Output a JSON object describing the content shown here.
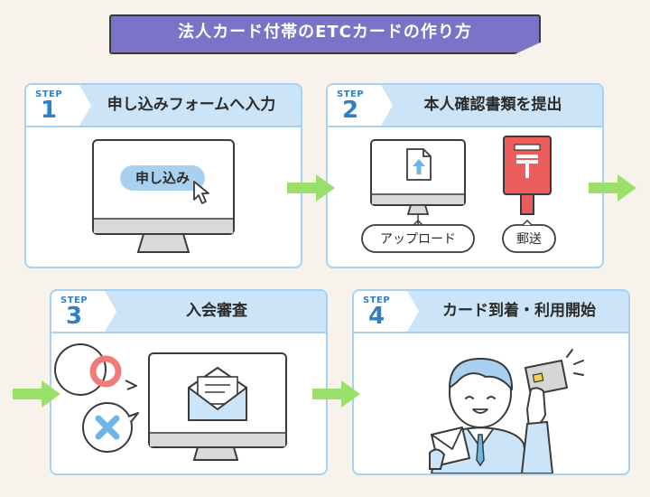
{
  "title": "法人カード付帯のETCカードの作り方",
  "step_word": "STEP",
  "steps": [
    {
      "number": "1",
      "title": "申し込みフォームへ入力",
      "screen_button": "申し込み"
    },
    {
      "number": "2",
      "title": "本人確認書類を提出",
      "options": [
        "アップロード",
        "郵送"
      ]
    },
    {
      "number": "3",
      "title": "入会審査"
    },
    {
      "number": "4",
      "title": "カード到着・利用開始"
    }
  ],
  "colors": {
    "background": "#f7f2ec",
    "banner": "#7a73c8",
    "card_border": "#a9d1ef",
    "card_header": "#cbe4f7",
    "step_number": "#2f80c4",
    "arrow": "#9be06a",
    "approve": "#f27a7a",
    "reject": "#6fb6e6",
    "mailbox": "#ea5d5d"
  }
}
